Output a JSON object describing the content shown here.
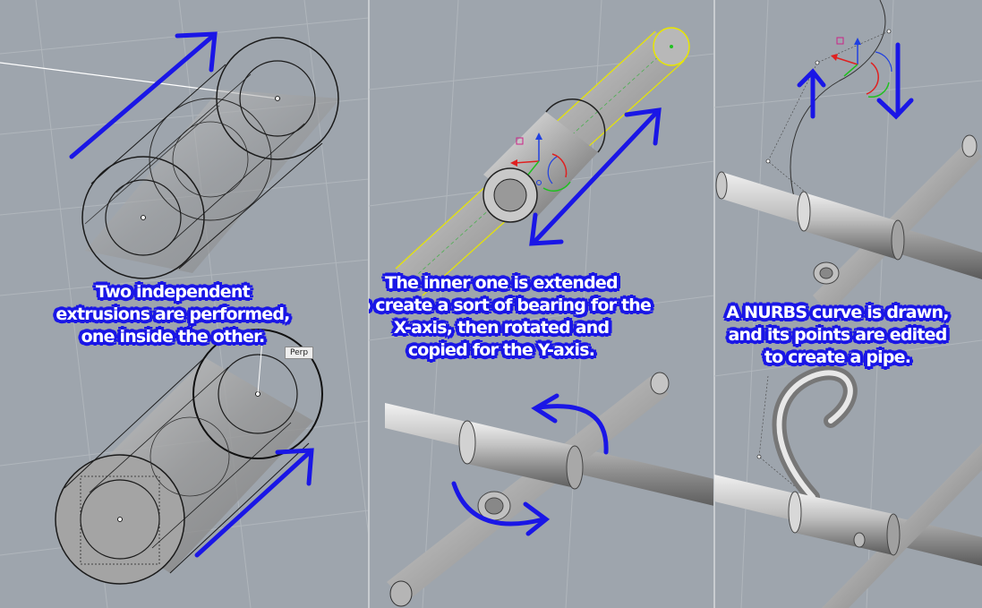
{
  "panels": [
    {
      "caption": [
        "Two independent",
        "extrusions are performed,",
        "one inside the other."
      ],
      "tooltip": "Perp"
    },
    {
      "caption": [
        "The inner one is extended",
        "to create a sort of bearing for the",
        "X-axis, then rotated and",
        "copied for the Y-axis."
      ]
    },
    {
      "caption": [
        "A NURBS curve is drawn,",
        "and its points are edited",
        "to create a pipe."
      ]
    }
  ],
  "colors": {
    "viewport_background": "#9ea5ad",
    "annotation_arrow": "#1a16e6",
    "selection_highlight": "#e8e600",
    "gumball_x": "#e02020",
    "gumball_y": "#20c020",
    "gumball_z": "#2040e0"
  },
  "icons": [
    "arrow-up-right-icon",
    "arrow-down-left-icon",
    "rotate-arrow-icon",
    "gumball-icon",
    "arrow-up-icon",
    "arrow-down-icon"
  ]
}
